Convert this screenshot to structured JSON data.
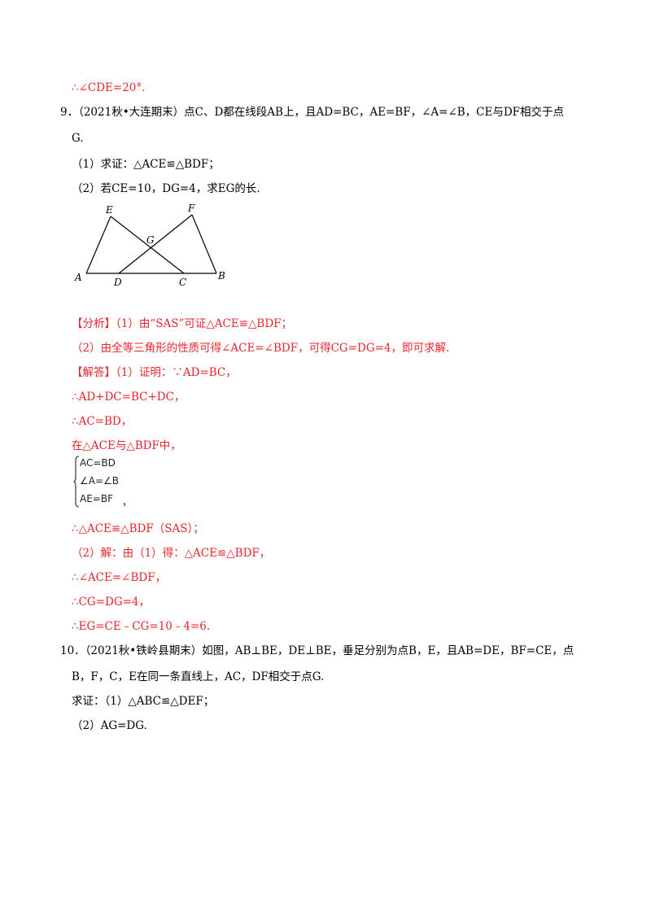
{
  "lines": {
    "l0": "∴∠CDE=20°.",
    "q9_l1": "9．（2021秋•大连期末）点C、D都在线段AB上，且AD=BC，AE=BF，∠A=∠B，CE与DF相交于点",
    "q9_l2": "G.",
    "q9_p1": "（1）求证：△ACE≌△BDF；",
    "q9_p2": "（2）若CE=10，DG=4，求EG的长.",
    "an1": "【分析】（1）由“SAS”可证△ACE≌△BDF；",
    "an2": "（2）由全等三角形的性质可得∠ACE=∠BDF，可得CG=DG=4，即可求解.",
    "so1": "【解答】（1）证明：∵AD=BC，",
    "so2": "∴AD+DC=BC+DC，",
    "so3": "∴AC=BD，",
    "so4": "在△ACE与△BDF中，",
    "so5": "∴△ACE≌△BDF（SAS）；",
    "so6": "（2）解：由（1）得：△ACE≌△BDF，",
    "so7": "∴∠ACE=∠BDF，",
    "so8": "∴CG=DG=4，",
    "so9": "∴EG=CE﹣CG=10﹣4=6.",
    "q10_l1": "10．（2021秋•铁岭县期末）如图，AB⊥BE，DE⊥BE，垂足分别为点B，E，且AB=DE，BF=CE，点",
    "q10_l2": "B，F，C，E在同一条直线上，AC，DF相交于点G.",
    "q10_p1": "求证：（1）△ABC≌△DEF；",
    "q10_p2": "（2）AG=DG."
  },
  "system": {
    "row1": "AC=BD",
    "row2": "∠A=∠B",
    "row3": "AE=BF",
    "comma": "，"
  },
  "figure": {
    "labels": {
      "E": "E",
      "F": "F",
      "G": "G",
      "A": "A",
      "D": "D",
      "C": "C",
      "B": "B"
    }
  },
  "colors": {
    "answer": "#e8242a",
    "text": "#000000"
  }
}
